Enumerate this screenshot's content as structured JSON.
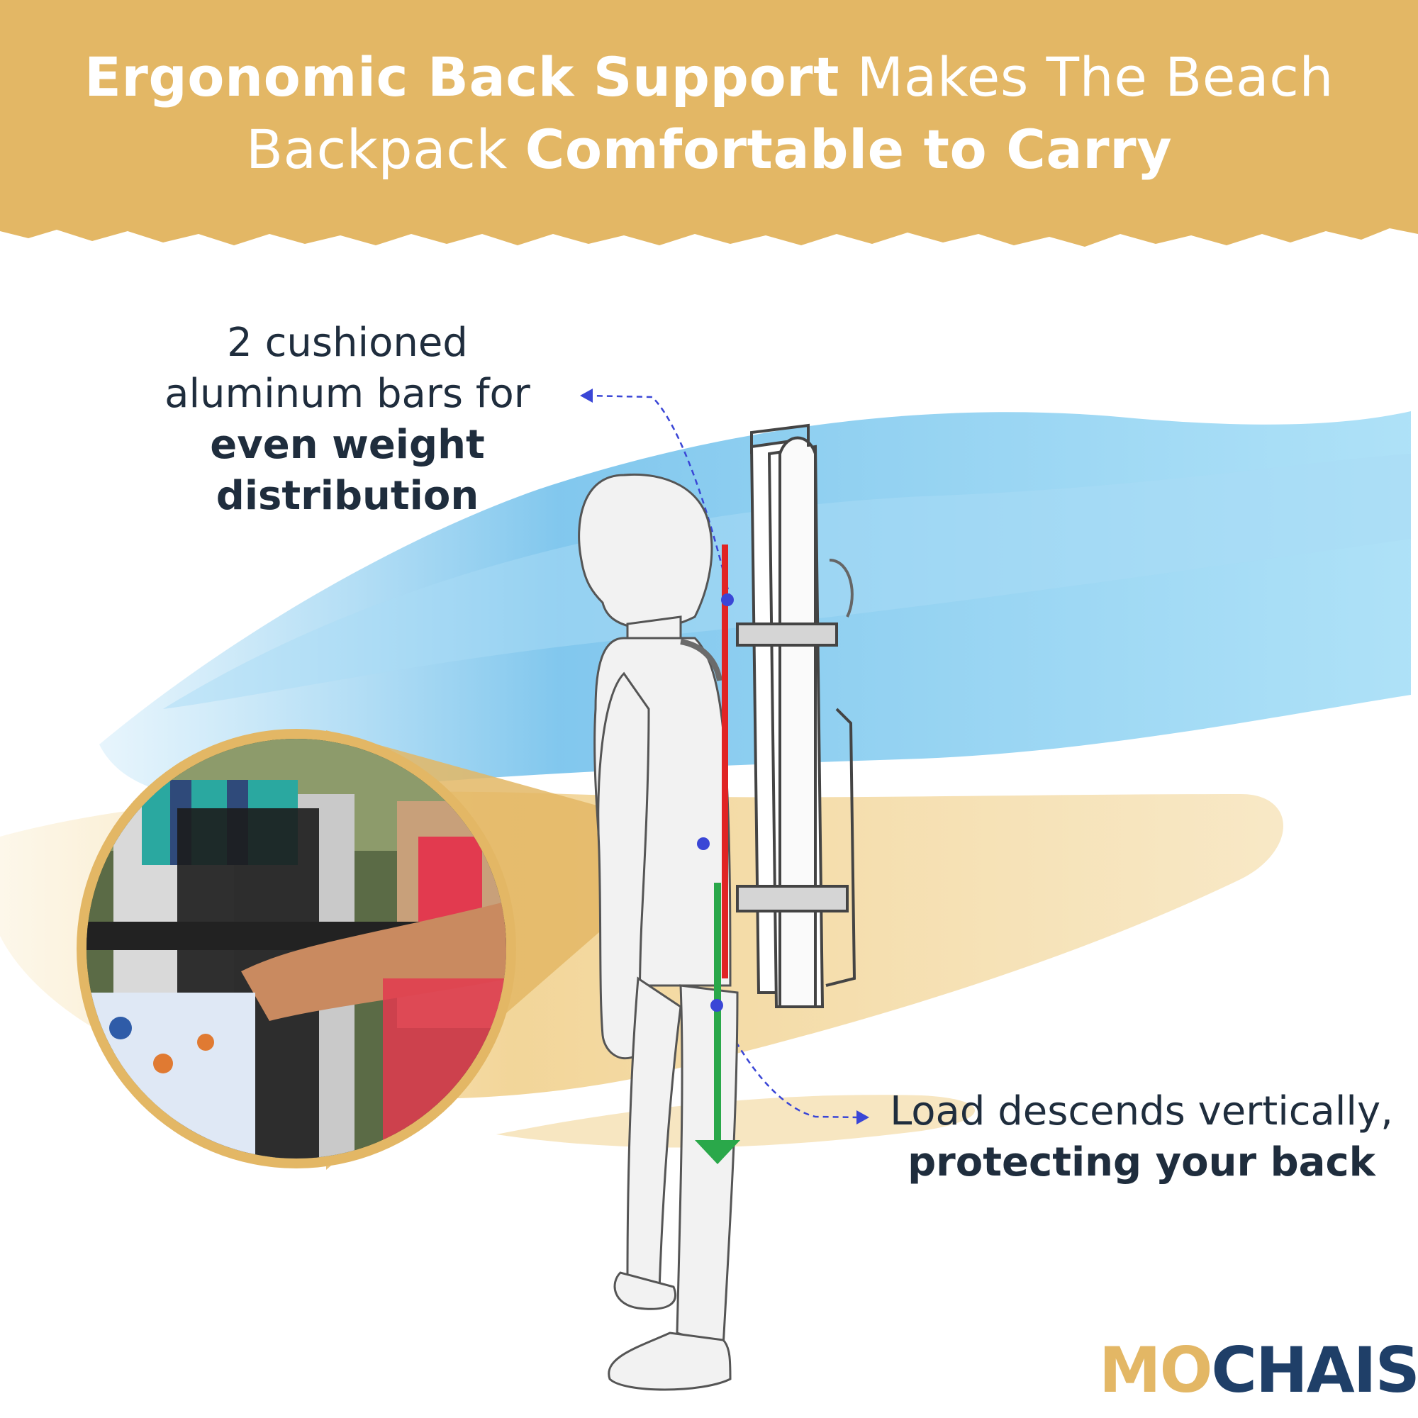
{
  "headline": {
    "line1_bold": "Ergonomic Back Support",
    "line1_light": "Makes The Beach",
    "line2_light": "Backpack",
    "line2_bold": "Comfortable to Carry"
  },
  "callout_top": {
    "line1": "2 cushioned",
    "line2": "aluminum bars for",
    "line3_bold": "even weight distribution"
  },
  "callout_bottom": {
    "line1": "Load descends vertically,",
    "line2_bold": "protecting your back"
  },
  "logo": {
    "part1": "MO",
    "part2": "CHAISE"
  },
  "colors": {
    "band": "#e3b765",
    "text_dark": "#1f2d3d",
    "sky_blue": "#5bb6e8",
    "sand": "#f1d18e",
    "red_bar": "#e02424",
    "green_arrow": "#2aa84a",
    "dot_blue": "#3a46d6",
    "logo_navy": "#1f3f68"
  },
  "icons": [
    "person-figure-illustration",
    "folded-chair-backpack",
    "closeup-photo-circle",
    "down-arrow-icon"
  ]
}
